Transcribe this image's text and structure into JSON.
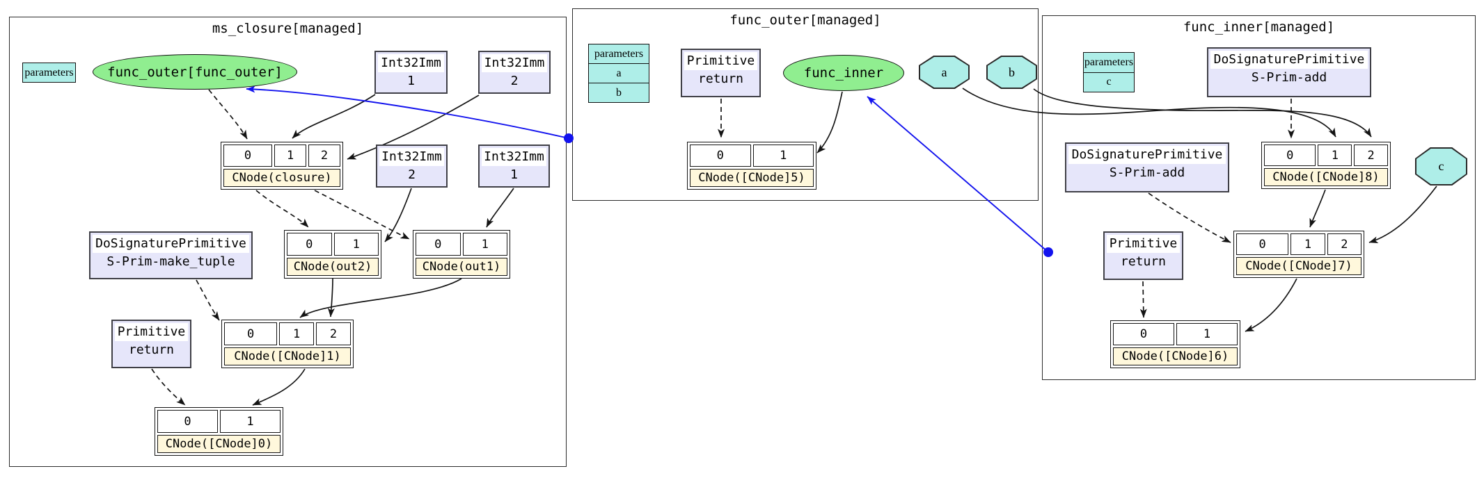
{
  "colors": {
    "node_green": "#90ee90",
    "node_cyan": "#aeeee8",
    "node_lavender": "#e6e6fa",
    "record_label_yellow": "#fff8dc",
    "edge_black": "#141414",
    "edge_blue": "#1212ee"
  },
  "clusters": {
    "ms_closure": {
      "title": "ms_closure[managed]"
    },
    "func_outer": {
      "title": "func_outer[managed]"
    },
    "func_inner": {
      "title": "func_inner[managed]"
    }
  },
  "nodes": {
    "params_ms": {
      "header": "parameters"
    },
    "func_outer_ellipse": {
      "label": "func_outer[func_outer]"
    },
    "imm_1_top": {
      "type": "Int32Imm",
      "value": "1"
    },
    "imm_2_top": {
      "type": "Int32Imm",
      "value": "2"
    },
    "cnode_closure": {
      "ports": [
        "0",
        "1",
        "2"
      ],
      "label": "CNode(closure)"
    },
    "imm_2_mid": {
      "type": "Int32Imm",
      "value": "2"
    },
    "imm_1_mid": {
      "type": "Int32Imm",
      "value": "1"
    },
    "dosig_make_tuple": {
      "type": "DoSignaturePrimitive",
      "value": "S-Prim-make_tuple"
    },
    "cnode_out2": {
      "ports": [
        "0",
        "1"
      ],
      "label": "CNode(out2)"
    },
    "cnode_out1": {
      "ports": [
        "0",
        "1"
      ],
      "label": "CNode(out1)"
    },
    "prim_return_ms": {
      "type": "Primitive",
      "value": "return"
    },
    "cnode_1": {
      "ports": [
        "0",
        "1",
        "2"
      ],
      "label": "CNode([CNode]1)"
    },
    "cnode_0": {
      "ports": [
        "0",
        "1"
      ],
      "label": "CNode([CNode]0)"
    },
    "params_outer": {
      "header": "parameters",
      "rows": [
        "a",
        "b"
      ]
    },
    "prim_return_outer": {
      "type": "Primitive",
      "value": "return"
    },
    "func_inner_ellipse": {
      "label": "func_inner"
    },
    "param_a": {
      "label": "a"
    },
    "param_b": {
      "label": "b"
    },
    "cnode_5": {
      "ports": [
        "0",
        "1"
      ],
      "label": "CNode([CNode]5)"
    },
    "params_inner": {
      "header": "parameters",
      "rows": [
        "c"
      ]
    },
    "dosig_add_top": {
      "type": "DoSignaturePrimitive",
      "value": "S-Prim-add"
    },
    "dosig_add_left": {
      "type": "DoSignaturePrimitive",
      "value": "S-Prim-add"
    },
    "cnode_8": {
      "ports": [
        "0",
        "1",
        "2"
      ],
      "label": "CNode([CNode]8)"
    },
    "param_c": {
      "label": "c"
    },
    "cnode_7": {
      "ports": [
        "0",
        "1",
        "2"
      ],
      "label": "CNode([CNode]7)"
    },
    "prim_return_inner": {
      "type": "Primitive",
      "value": "return"
    },
    "cnode_6": {
      "ports": [
        "0",
        "1"
      ],
      "label": "CNode([CNode]6)"
    }
  },
  "edges": [
    {
      "from": "func_outer_ellipse",
      "to": "cnode_closure:0",
      "style": "dashed",
      "color": "black"
    },
    {
      "from": "imm_1_top",
      "to": "cnode_closure:1",
      "style": "solid",
      "color": "black"
    },
    {
      "from": "imm_2_top",
      "to": "cnode_closure:2",
      "style": "solid",
      "color": "black"
    },
    {
      "from": "cluster_func_outer",
      "to": "func_outer_ellipse",
      "style": "solid",
      "color": "blue"
    },
    {
      "from": "cnode_closure",
      "to": "cnode_out2:0",
      "style": "dashed",
      "color": "black"
    },
    {
      "from": "cnode_closure",
      "to": "cnode_out1:0",
      "style": "dashed",
      "color": "black"
    },
    {
      "from": "imm_2_mid",
      "to": "cnode_out2:1",
      "style": "solid",
      "color": "black"
    },
    {
      "from": "imm_1_mid",
      "to": "cnode_out1:1",
      "style": "solid",
      "color": "black"
    },
    {
      "from": "dosig_make_tuple",
      "to": "cnode_1:0",
      "style": "dashed",
      "color": "black"
    },
    {
      "from": "cnode_out1",
      "to": "cnode_1:1",
      "style": "solid",
      "color": "black"
    },
    {
      "from": "cnode_out2",
      "to": "cnode_1:2",
      "style": "solid",
      "color": "black"
    },
    {
      "from": "prim_return_ms",
      "to": "cnode_0:0",
      "style": "dashed",
      "color": "black"
    },
    {
      "from": "cnode_1",
      "to": "cnode_0:1",
      "style": "solid",
      "color": "black"
    },
    {
      "from": "prim_return_outer",
      "to": "cnode_5:0",
      "style": "dashed",
      "color": "black"
    },
    {
      "from": "func_inner_ellipse",
      "to": "cnode_5:1",
      "style": "solid",
      "color": "black"
    },
    {
      "from": "cluster_func_inner",
      "to": "func_inner_ellipse",
      "style": "solid",
      "color": "blue"
    },
    {
      "from": "param_a",
      "to": "cnode_8:1",
      "style": "solid",
      "color": "black"
    },
    {
      "from": "param_b",
      "to": "cnode_8:2",
      "style": "solid",
      "color": "black"
    },
    {
      "from": "dosig_add_top",
      "to": "cnode_8:0",
      "style": "dashed",
      "color": "black"
    },
    {
      "from": "cnode_8",
      "to": "cnode_7:1",
      "style": "solid",
      "color": "black"
    },
    {
      "from": "param_c",
      "to": "cnode_7:2",
      "style": "solid",
      "color": "black"
    },
    {
      "from": "dosig_add_left",
      "to": "cnode_7:0",
      "style": "dashed",
      "color": "black"
    },
    {
      "from": "cnode_7",
      "to": "cnode_6:1",
      "style": "solid",
      "color": "black"
    },
    {
      "from": "prim_return_inner",
      "to": "cnode_6:0",
      "style": "dashed",
      "color": "black"
    }
  ]
}
